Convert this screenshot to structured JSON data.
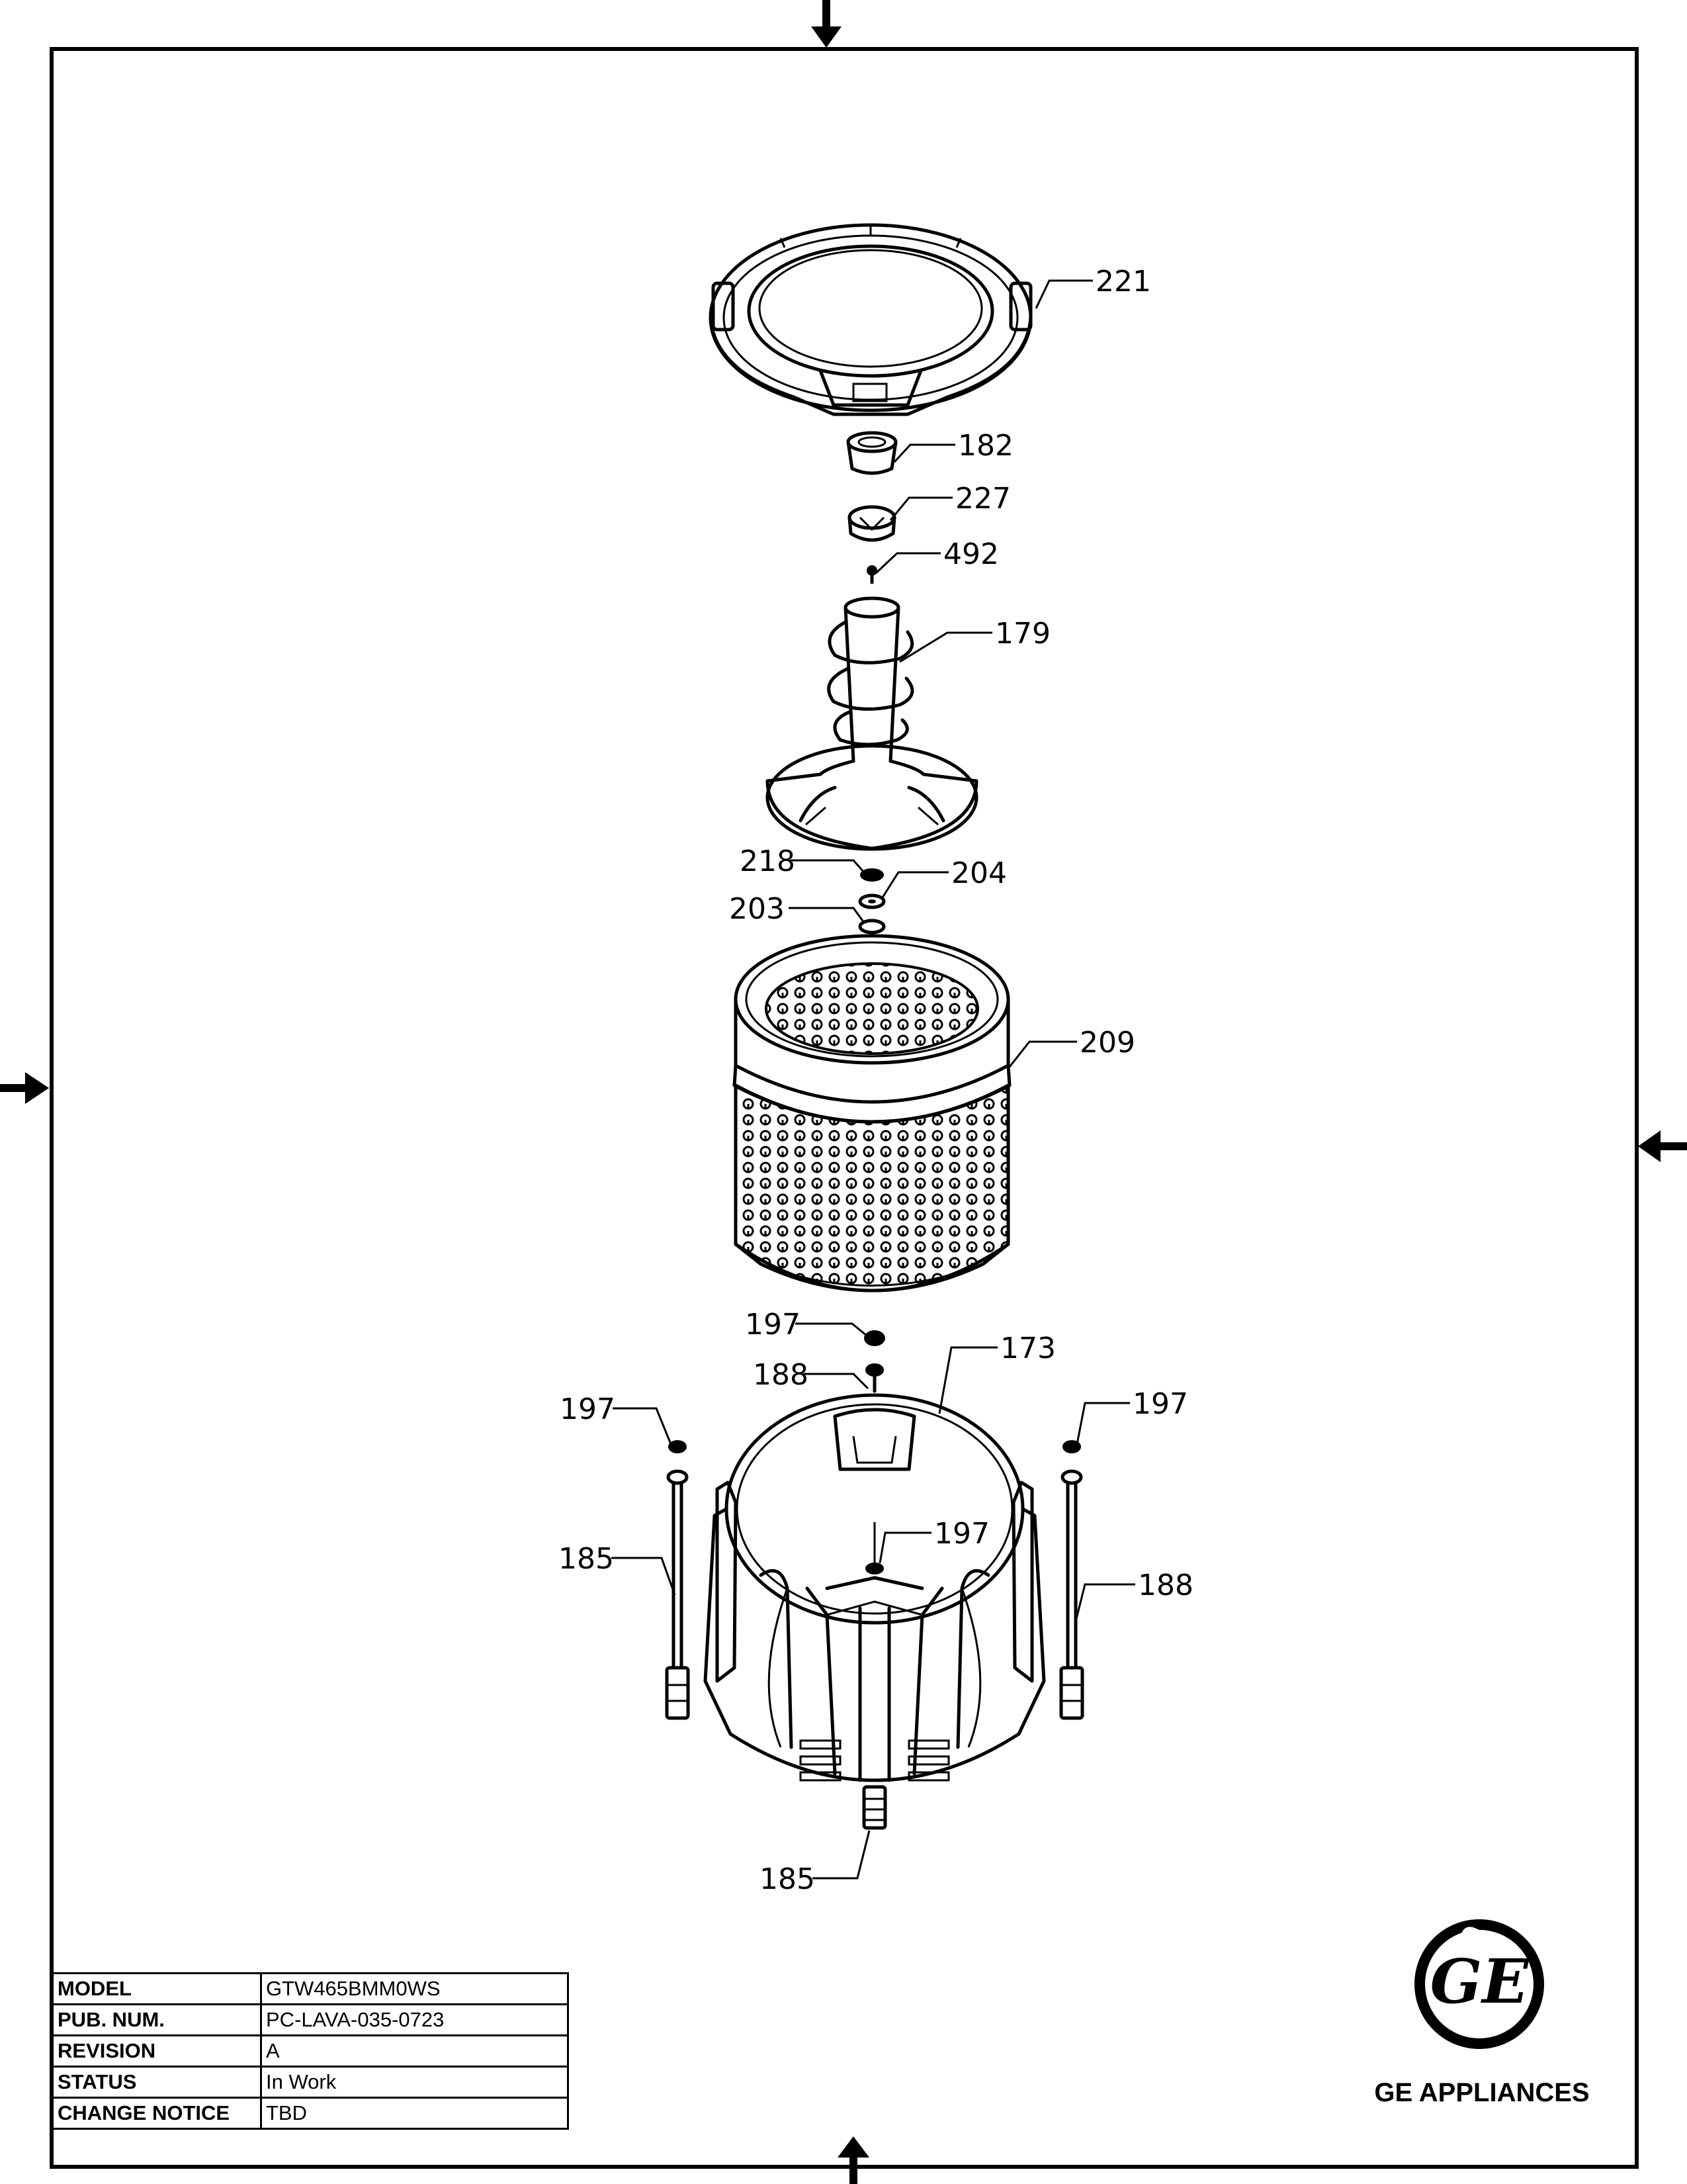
{
  "title_block": {
    "rows": [
      {
        "label": "MODEL",
        "value": "GTW465BMM0WS"
      },
      {
        "label": "PUB. NUM.",
        "value": "PC-LAVA-035-0723"
      },
      {
        "label": "REVISION",
        "value": "A"
      },
      {
        "label": "STATUS",
        "value": "In Work"
      },
      {
        "label": "CHANGE NOTICE",
        "value": "TBD"
      }
    ]
  },
  "brand": {
    "name": "GE APPLIANCES",
    "logo_icon": "ge-monogram-logo",
    "logo_text": "GE"
  },
  "callouts": {
    "c221": "221",
    "c182": "182",
    "c227": "227",
    "c492": "492",
    "c179": "179",
    "c218": "218",
    "c204": "204",
    "c203": "203",
    "c209": "209",
    "c197a": "197",
    "c173": "173",
    "c188a": "188",
    "c197b": "197",
    "c197c": "197",
    "c197d": "197",
    "c185a": "185",
    "c188b": "188",
    "c185b": "185"
  }
}
